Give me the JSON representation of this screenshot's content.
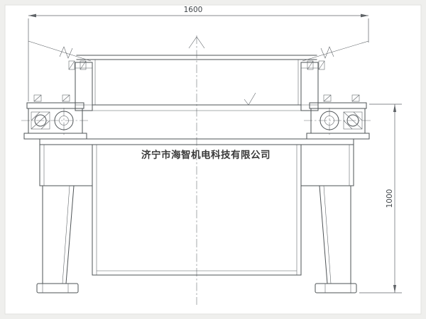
{
  "drawing": {
    "dimension_labels": {
      "width": "1600",
      "height": "1000"
    },
    "watermark": "济宁市海智机电科技有限公司",
    "colors": {
      "line": "#4e5356",
      "dimension_line": "#5f6367",
      "centerline": "#6d7175",
      "watermark_text": "#3a3a3a",
      "canvas": "#ffffff",
      "frame": "#efefed"
    }
  }
}
